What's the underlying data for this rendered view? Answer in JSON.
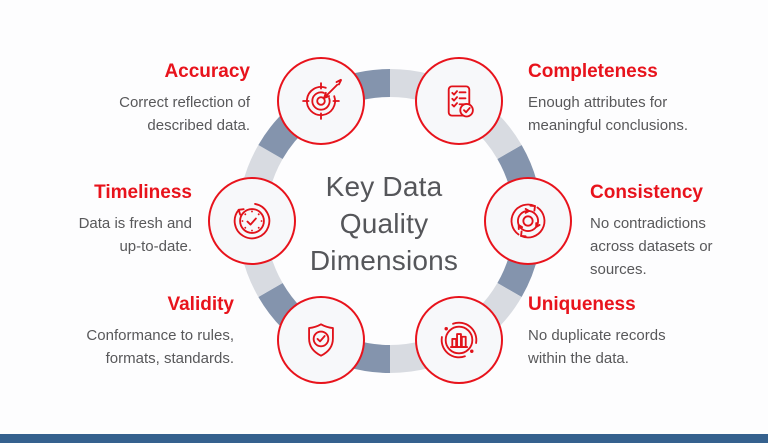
{
  "title_lines": [
    "Key Data",
    "Quality",
    "Dimensions"
  ],
  "dimensions": {
    "accuracy": {
      "title": "Accuracy",
      "icon": "target-arrow-icon",
      "lines": [
        "Correct reflection of",
        "described data."
      ]
    },
    "completeness": {
      "title": "Completeness",
      "icon": "checklist-check-icon",
      "lines": [
        "Enough attributes for",
        "meaningful conclusions."
      ]
    },
    "consistency": {
      "title": "Consistency",
      "icon": "sync-cycle-icon",
      "lines": [
        "No contradictions",
        "across datasets or",
        "sources."
      ]
    },
    "uniqueness": {
      "title": "Uniqueness",
      "icon": "bar-chart-orbit-icon",
      "lines": [
        "No duplicate records",
        "within the data."
      ]
    },
    "validity": {
      "title": "Validity",
      "icon": "shield-check-icon",
      "lines": [
        "Conformance to rules,",
        "formats, standards."
      ]
    },
    "timeliness": {
      "title": "Timeliness",
      "icon": "clock-check-icon",
      "lines": [
        "Data is fresh and",
        "up-to-date."
      ]
    }
  },
  "colors": {
    "heading_red": "#e8131c",
    "icon_red": "#e1121a",
    "ring_slate": "#8494ad",
    "ring_light": "#d8dbe1",
    "title_gray": "#55565a",
    "body_gray": "#58585a",
    "icon_circle_fill": "#f7f8fa",
    "footer_blue": "#35618e"
  }
}
